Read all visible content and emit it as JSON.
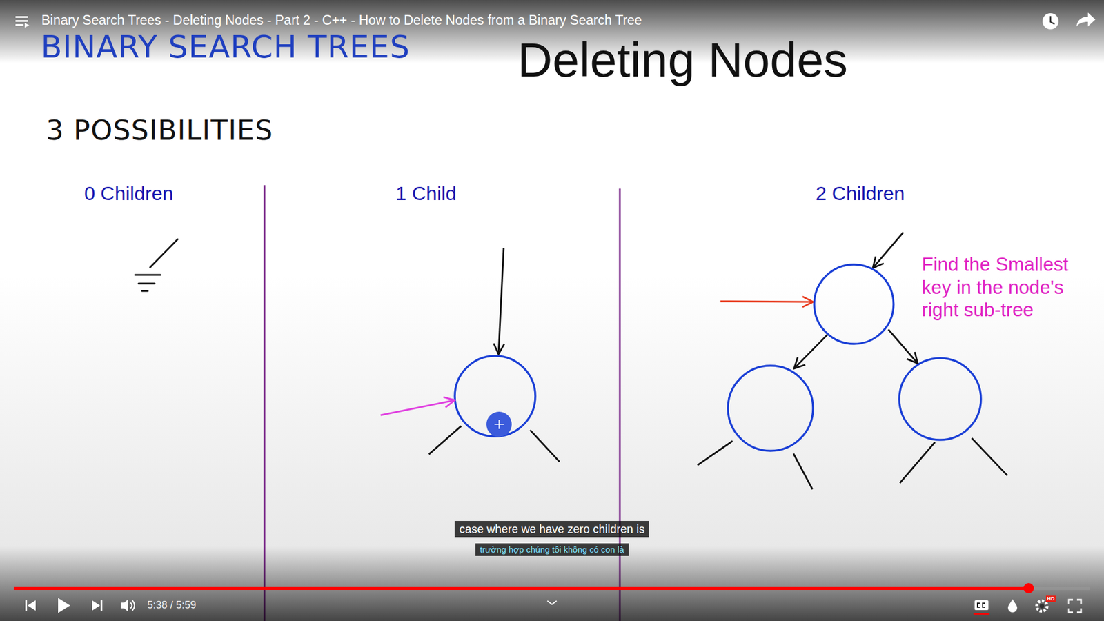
{
  "diagram": {
    "title": "Binary Search Trees - Deleting Nodes - Part 2 - C++ - How to Delete Nodes from a Binary Search Tree",
    "labels": [
      "BINARY SEARCH TREES",
      "Deleting Nodes",
      "3 POSSIBILITIES",
      "0 Children",
      "1 Child",
      "2 Children",
      "Find the Smallest key in the node's right sub-tree",
      "case where we have zero children is",
      "trường hợp chúng tôi không có con là",
      "5:38 / 5:59",
      "HD"
    ]
  }
}
